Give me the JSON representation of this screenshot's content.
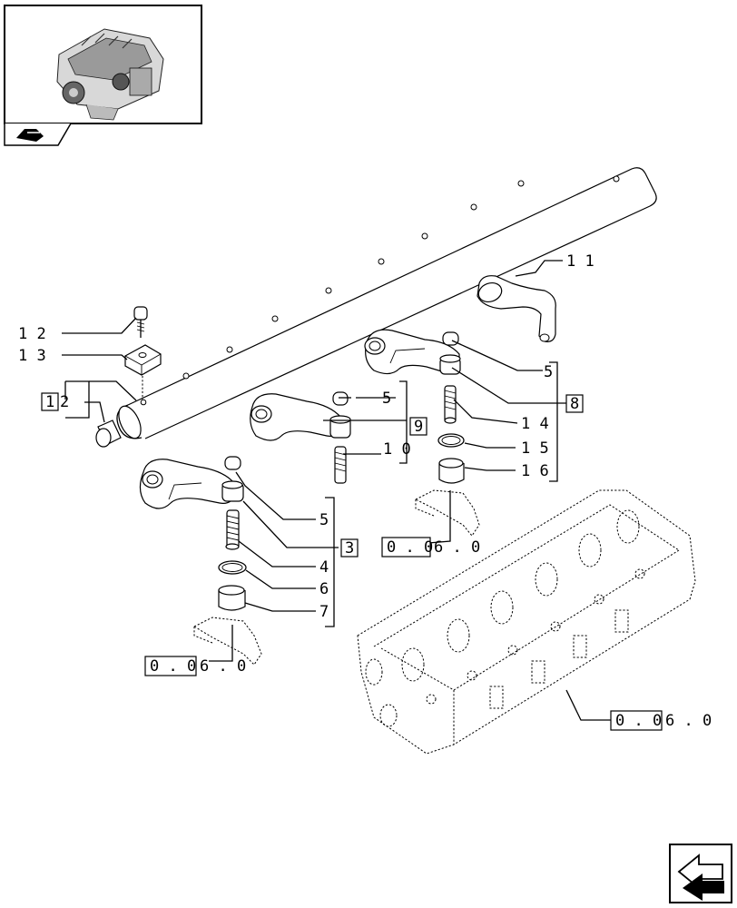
{
  "callouts": {
    "c12": "1 2",
    "c13": "1 3",
    "c1": "1",
    "c2": "2",
    "c11": "1 1",
    "c5a": "5",
    "c5b": "5",
    "c5c": "5",
    "c8": "8",
    "c9": "9",
    "c14": "1 4",
    "c10": "1 0",
    "c15": "1 5",
    "c16": "1 6",
    "c3": "3",
    "c4": "4",
    "c6": "6",
    "c7": "7"
  },
  "refs": {
    "ref_a_box": "0 . 0",
    "ref_a_tail": "6 . 0",
    "ref_b_box": "0 . 0",
    "ref_b_tail": "6 . 0",
    "ref_c_box": "0 . 0",
    "ref_c_tail": "6 . 0"
  },
  "icons": {
    "thumbnail": "engine-thumbnail",
    "tab": "book-tab-icon",
    "nav": "next-page-arrow-icon"
  }
}
